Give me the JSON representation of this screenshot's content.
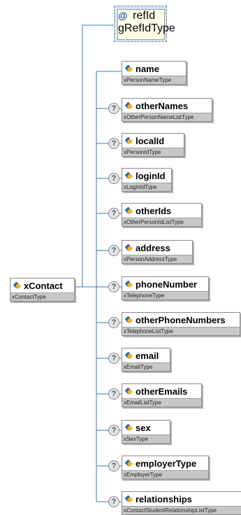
{
  "root": {
    "name": "xContact",
    "type": "xContactType"
  },
  "attribute": {
    "name": "refId",
    "type": "gRefIdType"
  },
  "optional_mark": "?",
  "children": [
    {
      "name": "name",
      "type": "xPersonNameType",
      "optional": false
    },
    {
      "name": "otherNames",
      "type": "xOtherPersonNameListType",
      "optional": true
    },
    {
      "name": "localId",
      "type": "xPersonIdType",
      "optional": true
    },
    {
      "name": "loginId",
      "type": "xLoginIdType",
      "optional": true
    },
    {
      "name": "otherIds",
      "type": "xOtherPersonIdListType",
      "optional": true
    },
    {
      "name": "address",
      "type": "xPersonAddressType",
      "optional": true
    },
    {
      "name": "phoneNumber",
      "type": "xTelephoneType",
      "optional": true
    },
    {
      "name": "otherPhoneNumbers",
      "type": "xTelephoneListType",
      "optional": true
    },
    {
      "name": "email",
      "type": "xEmailType",
      "optional": true
    },
    {
      "name": "otherEmails",
      "type": "xEmailListType",
      "optional": true
    },
    {
      "name": "sex",
      "type": "xSexType",
      "optional": true
    },
    {
      "name": "employerType",
      "type": "xEmployerType",
      "optional": true
    },
    {
      "name": "relationships",
      "type": "xContactStudentRelationshipListType",
      "optional": true
    }
  ]
}
